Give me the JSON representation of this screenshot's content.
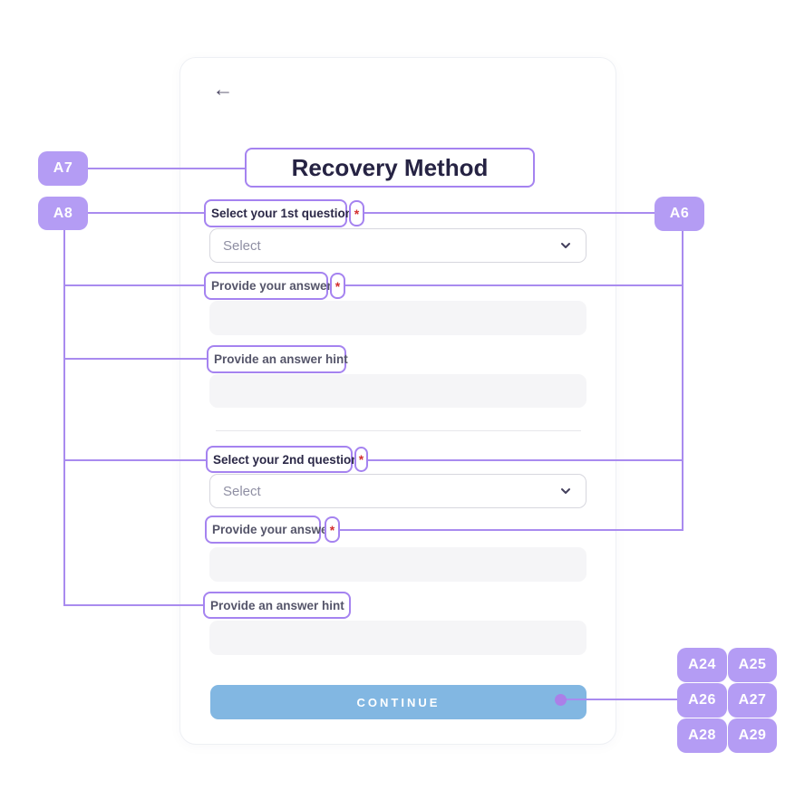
{
  "badges": {
    "a7": "A7",
    "a8": "A8",
    "a6": "A6",
    "a24": "A24",
    "a25": "A25",
    "a26": "A26",
    "a27": "A27",
    "a28": "A28",
    "a29": "A29"
  },
  "icons": {
    "back_arrow": "←",
    "sparkle": "✦"
  },
  "card": {
    "title": "Recovery Method",
    "form": {
      "fields": [
        {
          "label": "Select your 1st question",
          "required": "*",
          "type": "select",
          "placeholder": "Select"
        },
        {
          "label": "Provide your answer",
          "required": "*",
          "type": "text",
          "value": ""
        },
        {
          "label": "Provide an answer hint",
          "type": "text",
          "value": ""
        },
        {
          "label": "Select your 2nd question",
          "required": "*",
          "type": "select",
          "placeholder": "Select"
        },
        {
          "label": "Provide your answer",
          "required": "*",
          "type": "text",
          "value": ""
        },
        {
          "label": "Provide an answer hint",
          "type": "text",
          "value": ""
        }
      ],
      "continue_label": "CONTINUE"
    }
  },
  "colors": {
    "annotation_line_purple": "#a98bef",
    "annotation_border_purple": "#a583f0",
    "badge_purple": "#b49cf4",
    "button_blue": "#82b7e2",
    "required_red": "#d32f2f",
    "title_dark": "#262343",
    "label_gray": "#55556a"
  }
}
